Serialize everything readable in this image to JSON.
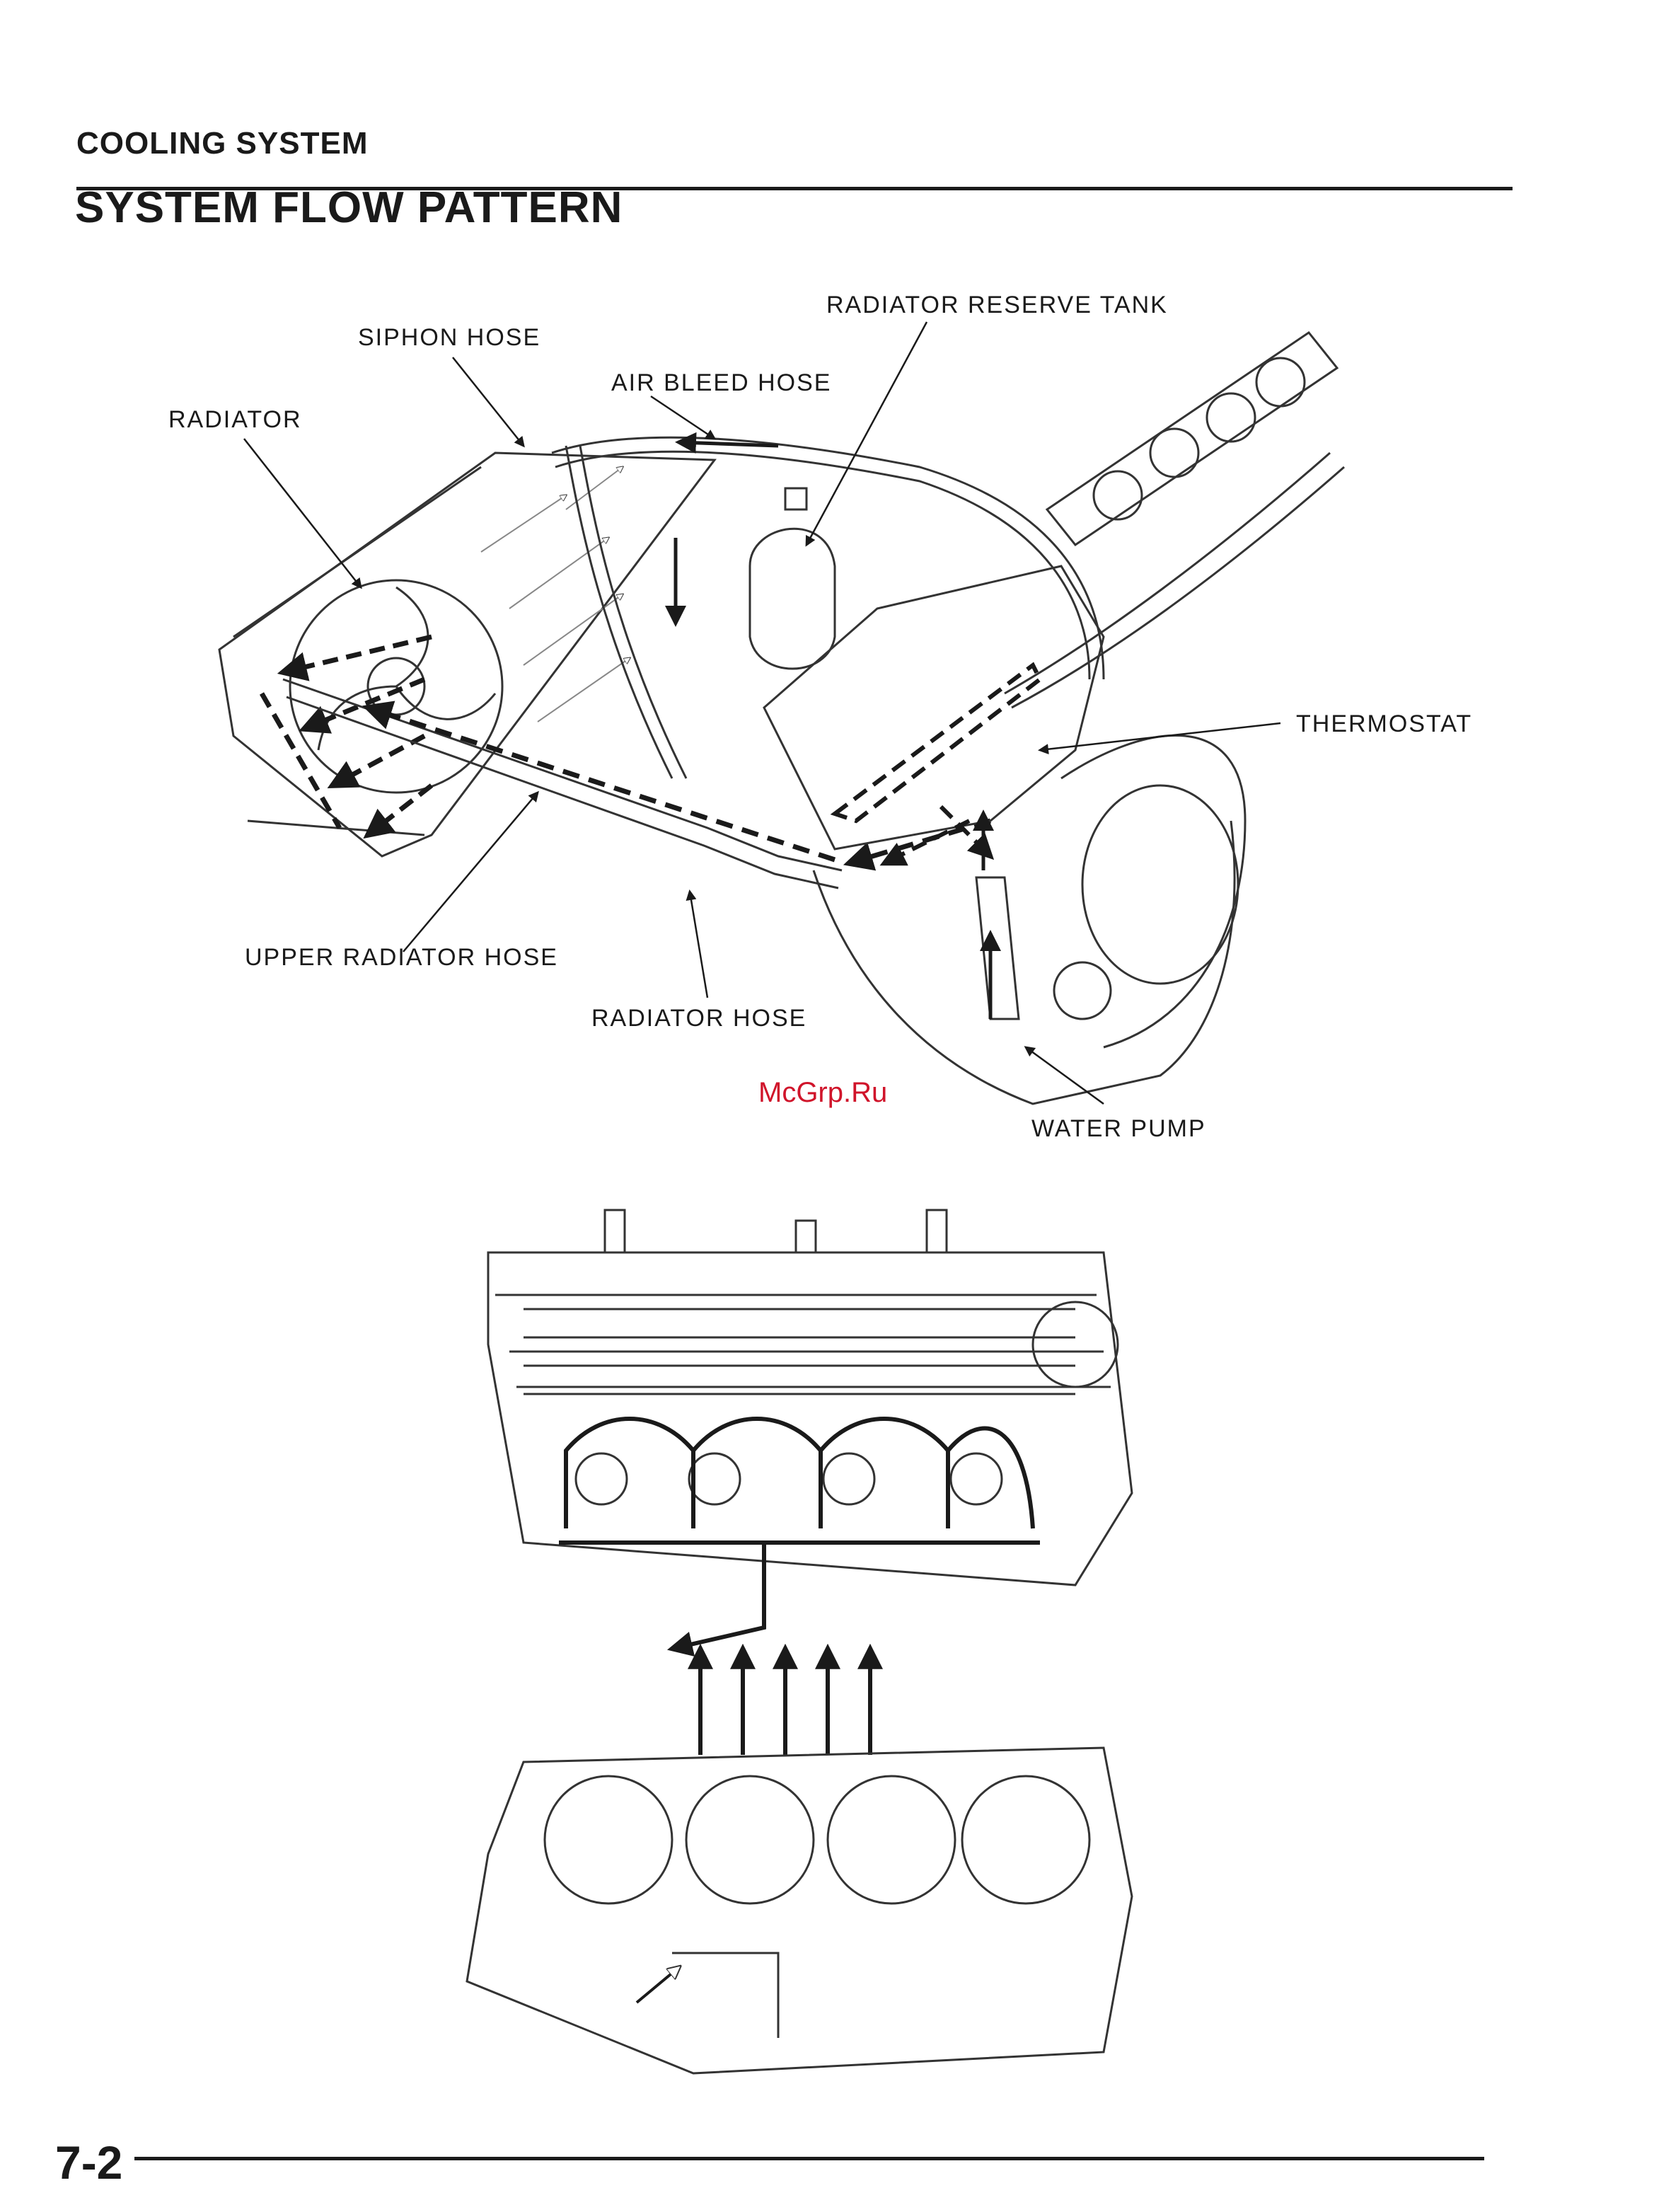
{
  "header": {
    "section": "COOLING SYSTEM",
    "title": "SYSTEM FLOW PATTERN"
  },
  "callouts": {
    "radiator_reserve_tank": "RADIATOR RESERVE TANK",
    "siphon_hose": "SIPHON HOSE",
    "air_bleed_hose": "AIR BLEED HOSE",
    "radiator": "RADIATOR",
    "thermostat": "THERMOSTAT",
    "upper_radiator_hose": "UPPER RADIATOR HOSE",
    "radiator_hose": "RADIATOR HOSE",
    "water_pump": "WATER PUMP"
  },
  "watermark": "McGrp.Ru",
  "footer": {
    "page_number": "7-2"
  }
}
